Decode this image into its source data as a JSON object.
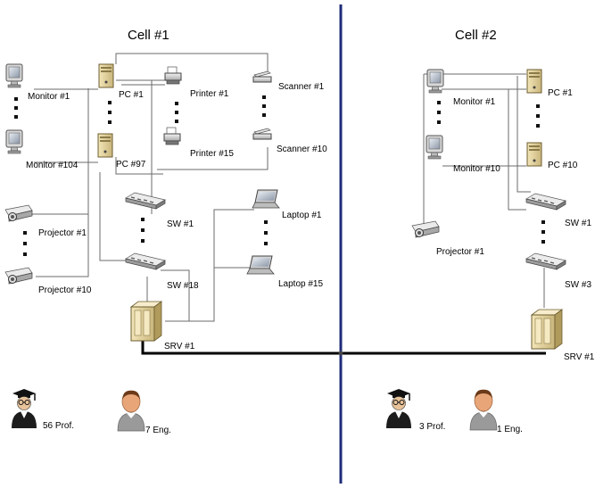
{
  "cells": [
    {
      "title": "Cell #1",
      "labels": {
        "monitor_first": "Monitor #1",
        "monitor_last": "Monitor #104",
        "pc_first": "PC #1",
        "pc_last": "PC #97",
        "printer_first": "Printer #1",
        "printer_last": "Printer #15",
        "scanner_first": "Scanner #1",
        "scanner_last": "Scanner #10",
        "projector_first": "Projector #1",
        "projector_last": "Projector #10",
        "switch_first": "SW #1",
        "switch_last": "SW #18",
        "laptop_first": "Laptop #1",
        "laptop_last": "Laptop #15",
        "server": "SRV #1"
      },
      "people": {
        "professors": "56 Prof.",
        "engineers": "7 Eng."
      }
    },
    {
      "title": "Cell #2",
      "labels": {
        "monitor_first": "Monitor #1",
        "monitor_last": "Monitor #10",
        "pc_first": "PC #1",
        "pc_last": "PC #10",
        "projector_first": "Projector #1",
        "switch_first": "SW #1",
        "switch_last": "SW #3",
        "server": "SRV #1"
      },
      "people": {
        "professors": "3 Prof.",
        "engineers": "1 Eng."
      }
    }
  ],
  "colors": {
    "divider": "#1f2b7a",
    "backbone": "#000000",
    "wire": "#6b6b6b"
  }
}
